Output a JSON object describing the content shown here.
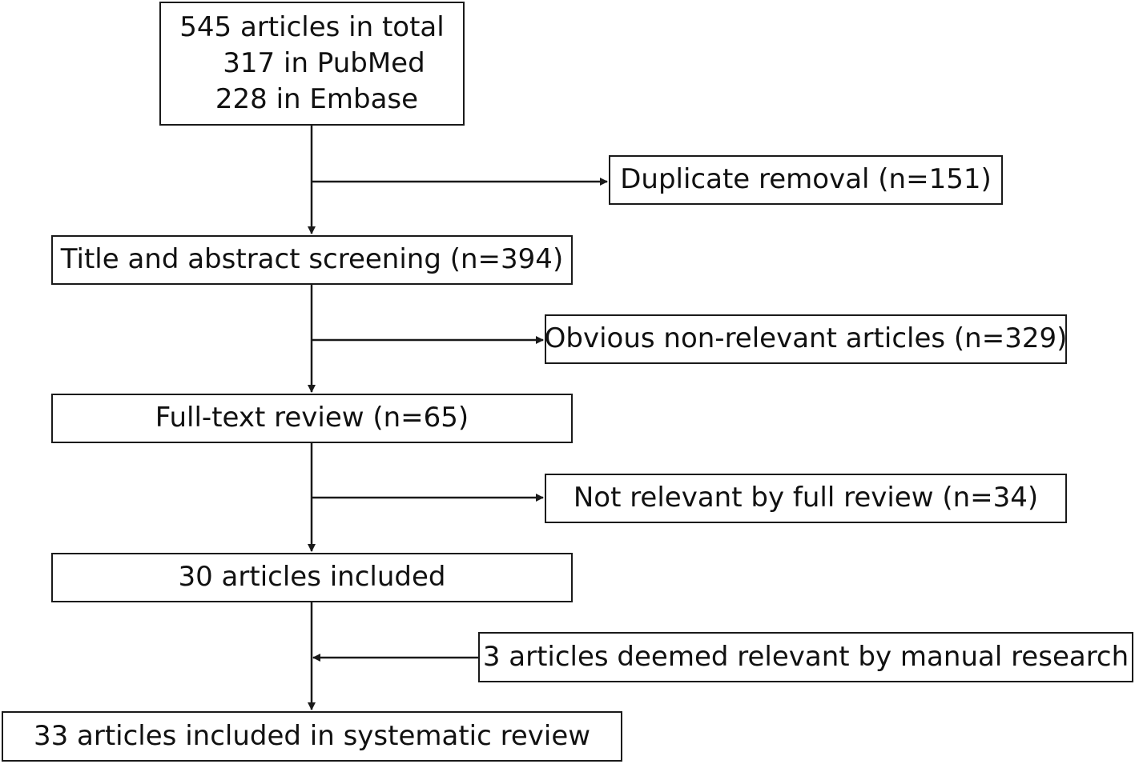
{
  "flowchart": {
    "identification": {
      "total": "545 articles in total",
      "pubmed": "317 in PubMed",
      "embase": "228 in Embase"
    },
    "duplicate_removal": "Duplicate removal (n=151)",
    "title_abstract_screening": "Title and abstract screening (n=394)",
    "obvious_non_relevant": "Obvious non-relevant articles (n=329)",
    "full_text_review": "Full-text review (n=65)",
    "not_relevant_full_review": "Not relevant by full review (n=34)",
    "included_30": "30 articles included",
    "manual_research": "3 articles deemed relevant by manual research",
    "final_included": "33 articles included in systematic review"
  },
  "colors": {
    "line": "#1a1a1a",
    "box_border": "#1a1a1a",
    "text": "#111111",
    "background": "#ffffff"
  }
}
